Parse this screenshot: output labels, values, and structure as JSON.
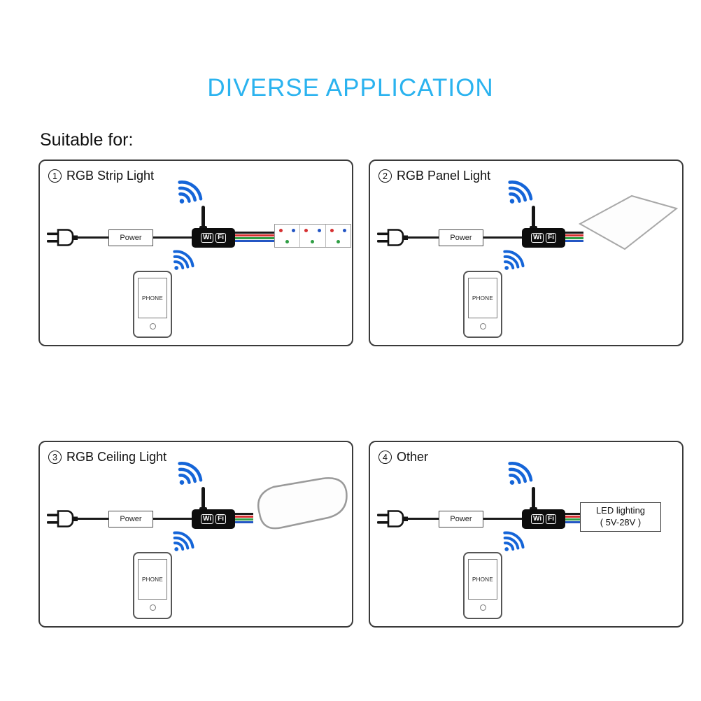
{
  "page": {
    "title": "DIVERSE APPLICATION",
    "subtitle": "Suitable for:"
  },
  "shared": {
    "power_label": "Power",
    "phone_label": "PHONE",
    "wifi_wi": "Wi",
    "wifi_fi": "Fi"
  },
  "panels": [
    {
      "number": "1",
      "title": "RGB Strip Light"
    },
    {
      "number": "2",
      "title": "RGB Panel Light"
    },
    {
      "number": "3",
      "title": "RGB Ceiling Light"
    },
    {
      "number": "4",
      "title": "Other",
      "device_line1": "LED lighting",
      "device_line2": "( 5V-28V )"
    }
  ],
  "colors": {
    "accent_cyan": "#2bb3ef",
    "wifi_blue": "#1565d8",
    "led_red": "#d63031",
    "led_green": "#2f9e44",
    "led_blue": "#2456c4"
  }
}
